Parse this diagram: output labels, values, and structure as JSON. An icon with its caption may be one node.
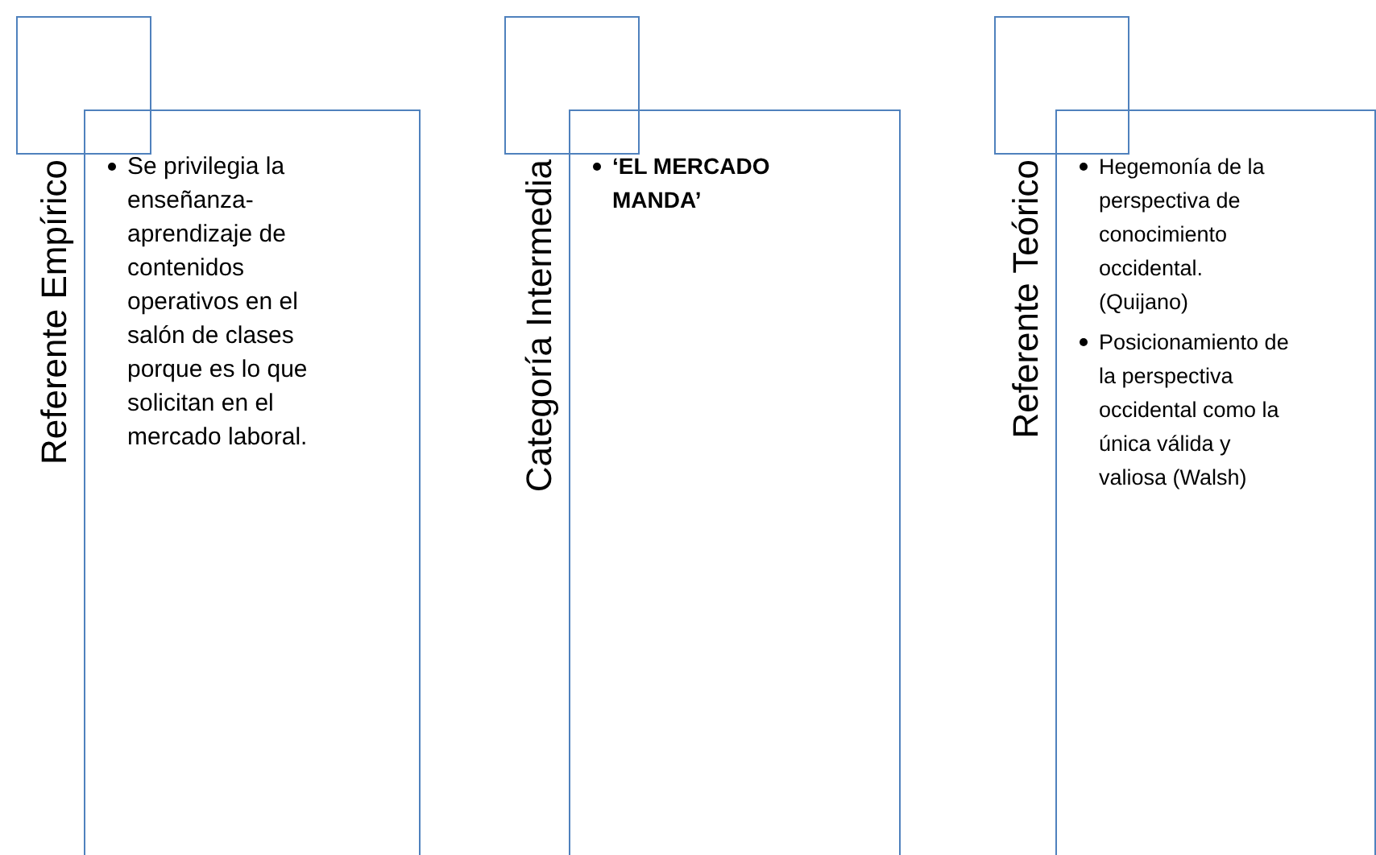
{
  "diagram": {
    "nodes": [
      {
        "text": [],
        "shape": "box"
      },
      {
        "text": [
          "Referente Empírico",
          "Se privilegia la enseñanza-aprendizaje de contenidos operativos en el salón de clases porque es lo que solicitan en el mercado laboral."
        ]
      },
      {
        "text": [],
        "shape": "box"
      },
      {
        "text": [
          "Categoría Intermedia",
          "‘EL MERCADO MANDA’"
        ]
      },
      {
        "text": [],
        "shape": "box"
      },
      {
        "text": [
          "Referente Teórico",
          "Hegemonía de la perspectiva de conocimiento occidental. (Quijano)",
          "Posicionamiento de la perspectiva occidental como la única válida y valiosa (Walsh)"
        ]
      }
    ],
    "edges": []
  }
}
